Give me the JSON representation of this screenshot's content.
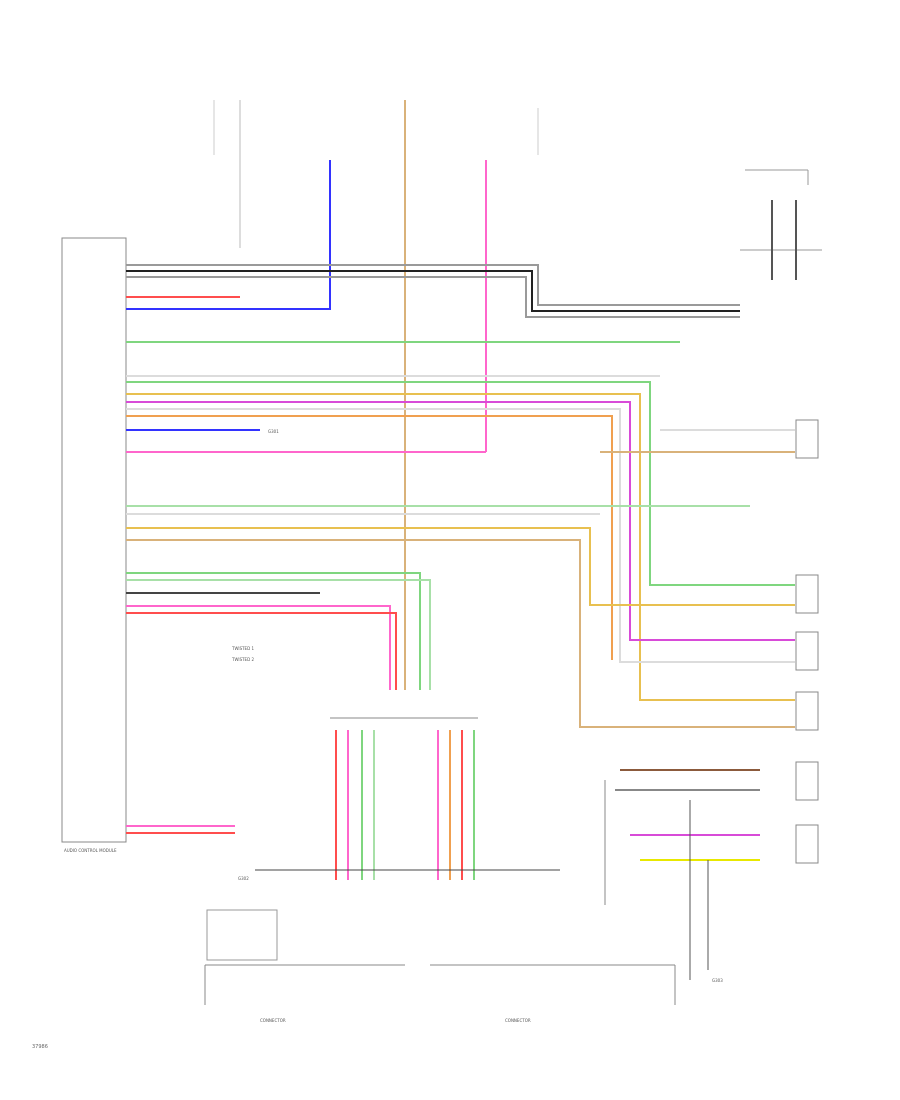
{
  "diagram": {
    "footer_code": "37986",
    "module_labels": {
      "amplifier": "AUDIO CONTROL MODULE",
      "connector_left": "CONNECTOR",
      "connector_right": "CONNECTOR"
    },
    "legend": [
      "TWISTED 1",
      "TWISTED 2"
    ],
    "ground_labels": [
      "G301",
      "G302",
      "G303"
    ],
    "colors": {
      "black": "#222222",
      "grey": "#9a9a9a",
      "blue": "#3333ff",
      "red": "#ff4d4d",
      "pink": "#ff66cc",
      "magenta": "#d84bd8",
      "orange": "#f0a050",
      "tan": "#d9b27a",
      "yellow": "#e8e800",
      "green": "#7fd67f",
      "lightgreen": "#a8e0a8",
      "violet": "#b06bd8",
      "brown": "#8b5a3c",
      "white": "#dcdcdc"
    }
  }
}
